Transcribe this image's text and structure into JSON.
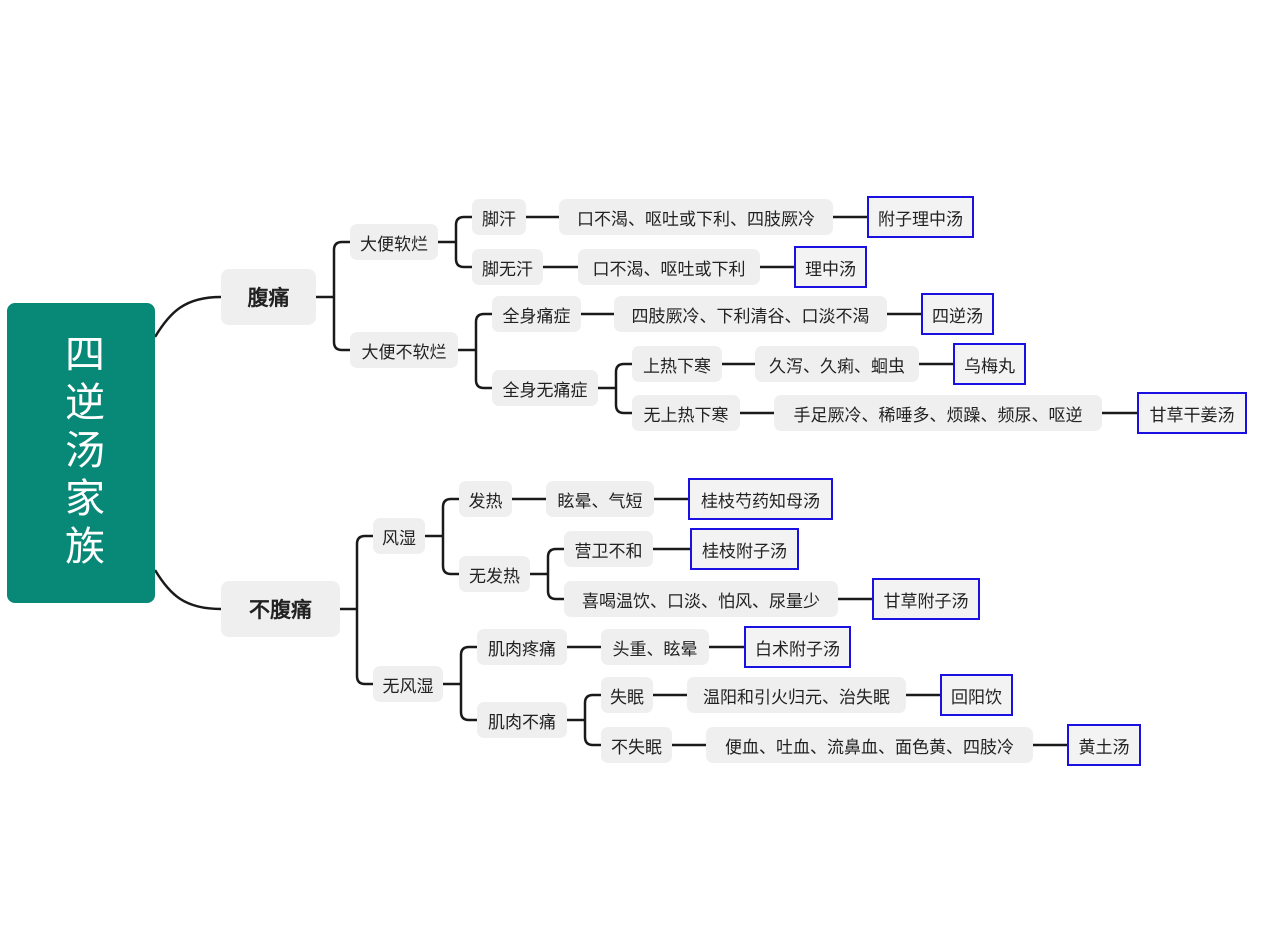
{
  "root": "四逆汤家族",
  "belly_pain": {
    "label": "腹痛",
    "soft_stool": {
      "label": "大便软烂",
      "foot_sweat": {
        "label": "脚汗",
        "symptom": "口不渴、呕吐或下利、四肢厥冷",
        "remedy": "附子理中汤"
      },
      "no_foot_sweat": {
        "label": "脚无汗",
        "symptom": "口不渴、呕吐或下利",
        "remedy": "理中汤"
      }
    },
    "not_soft_stool": {
      "label": "大便不软烂",
      "body_pain": {
        "label": "全身痛症",
        "symptom": "四肢厥冷、下利清谷、口淡不渴",
        "remedy": "四逆汤"
      },
      "no_body_pain": {
        "label": "全身无痛症",
        "upper_heat": {
          "label": "上热下寒",
          "symptom": "久泻、久痢、蛔虫",
          "remedy": "乌梅丸"
        },
        "no_upper_heat": {
          "label": "无上热下寒",
          "symptom": "手足厥冷、稀唾多、烦躁、频尿、呕逆",
          "remedy": "甘草干姜汤"
        }
      }
    }
  },
  "no_belly_pain": {
    "label": "不腹痛",
    "wind_damp": {
      "label": "风湿",
      "fever": {
        "label": "发热",
        "symptom": "眩晕、气短",
        "remedy": "桂枝芍药知母汤"
      },
      "no_fever": {
        "label": "无发热",
        "ying_wei": {
          "label": "营卫不和",
          "remedy": "桂枝附子汤"
        },
        "warm_drink": {
          "label": "喜喝温饮、口淡、怕风、尿量少",
          "remedy": "甘草附子汤"
        }
      }
    },
    "no_wind_damp": {
      "label": "无风湿",
      "muscle_pain": {
        "label": "肌肉疼痛",
        "symptom": "头重、眩晕",
        "remedy": "白术附子汤"
      },
      "no_muscle_pain": {
        "label": "肌肉不痛",
        "insomnia": {
          "label": "失眠",
          "symptom": "温阳和引火归元、治失眠",
          "remedy": "回阳饮"
        },
        "no_insomnia": {
          "label": "不失眠",
          "symptom": "便血、吐血、流鼻血、面色黄、四肢冷",
          "remedy": "黄土汤"
        }
      }
    }
  },
  "colors": {
    "root": "#088876",
    "node": "#efefef",
    "remedy_border": "#1a10e0",
    "line": "#1a1a1a"
  }
}
